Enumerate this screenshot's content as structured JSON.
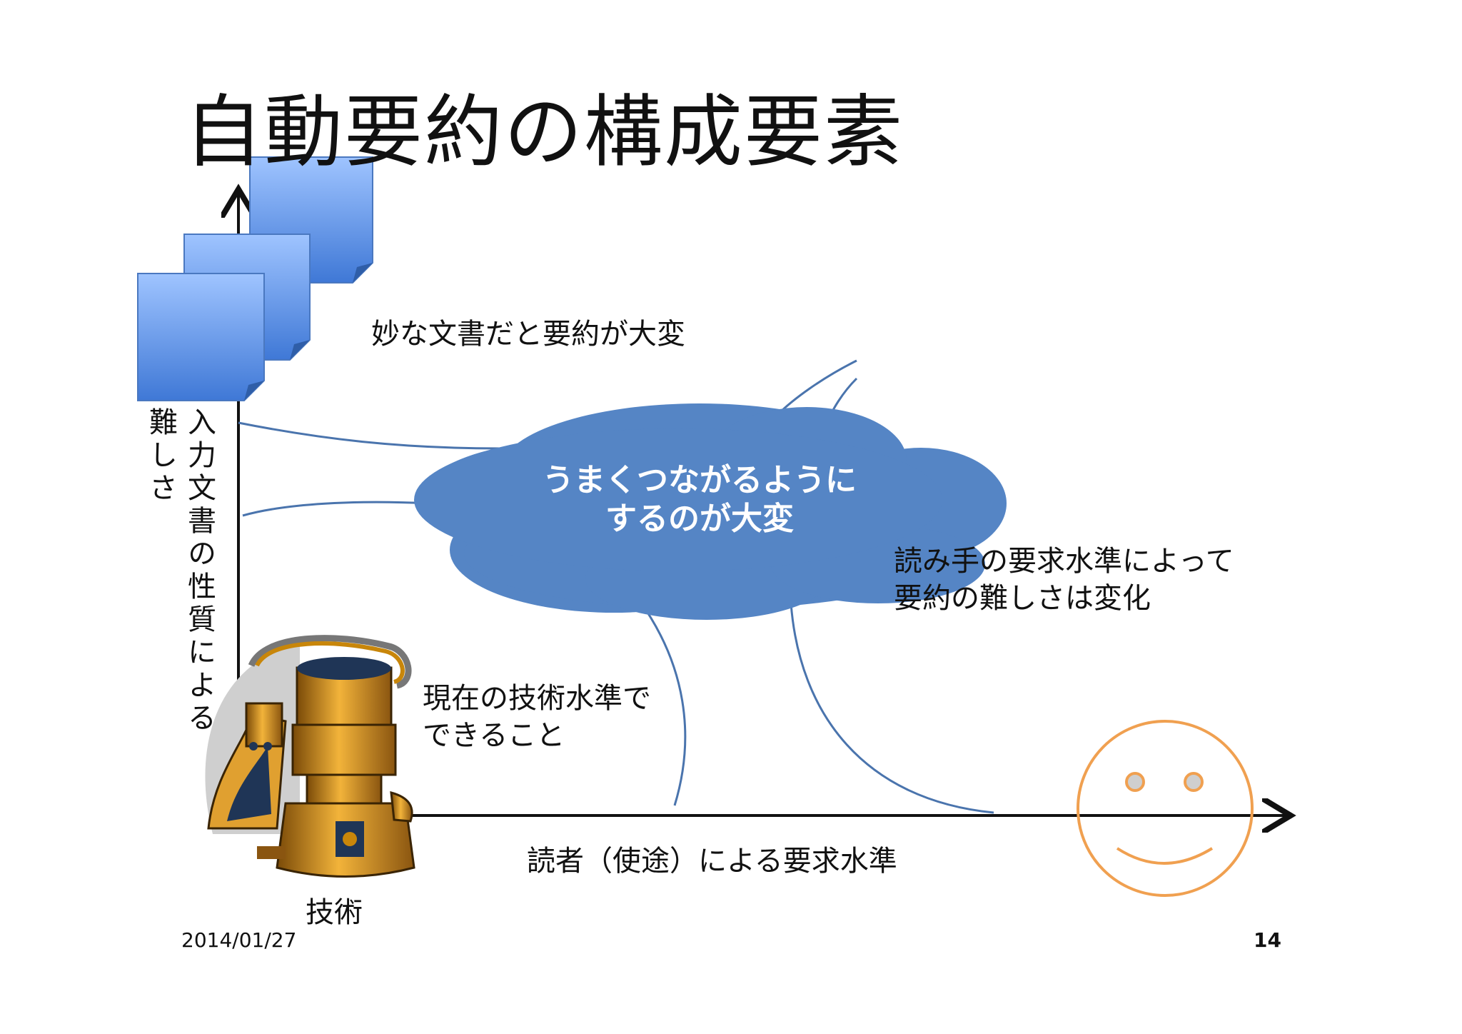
{
  "slide": {
    "title": "自動要約の構成要素",
    "date": "2014/01/27",
    "page_number": "14"
  },
  "axes": {
    "y_label_line1": "入力文書の性質による",
    "y_label_line2": "難しさ",
    "x_label": "読者（使途）による要求水準"
  },
  "labels": {
    "documents": "妙な文書だと要約が大変",
    "cloud_line1": "うまくつながるように",
    "cloud_line2": "するのが大変",
    "reader_line1": "読み手の要求水準によって",
    "reader_line2": "要約の難しさは変化",
    "tech_line1": "現在の技術水準で",
    "tech_line2": "できること",
    "tech": "技術"
  },
  "colors": {
    "cloud": "#5585c5",
    "curve": "#4a74ad",
    "document": "#5d95e8",
    "smiley": "#f0a050",
    "machine": "#c8860a"
  }
}
